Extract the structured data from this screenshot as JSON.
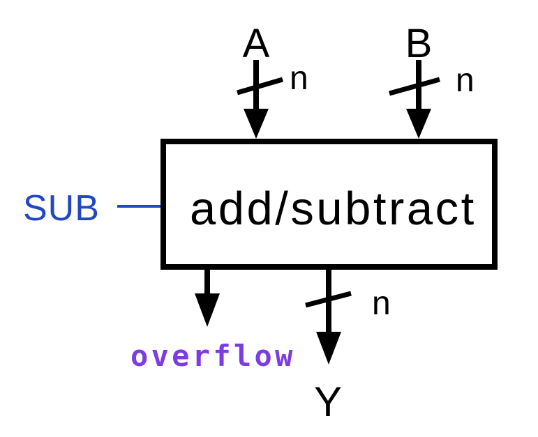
{
  "diagram": {
    "block": {
      "label": "add/subtract"
    },
    "inputs": {
      "a": {
        "label": "A",
        "bus_width": "n"
      },
      "b": {
        "label": "B",
        "bus_width": "n"
      }
    },
    "control": {
      "label": "SUB"
    },
    "outputs": {
      "overflow": {
        "label": "overflow"
      },
      "y": {
        "label": "Y",
        "bus_width": "n"
      }
    },
    "colors": {
      "wire": "#000000",
      "control_blue": "#2148c0",
      "overflow_purple": "#7d3ce0",
      "background": "#ffffff"
    }
  }
}
